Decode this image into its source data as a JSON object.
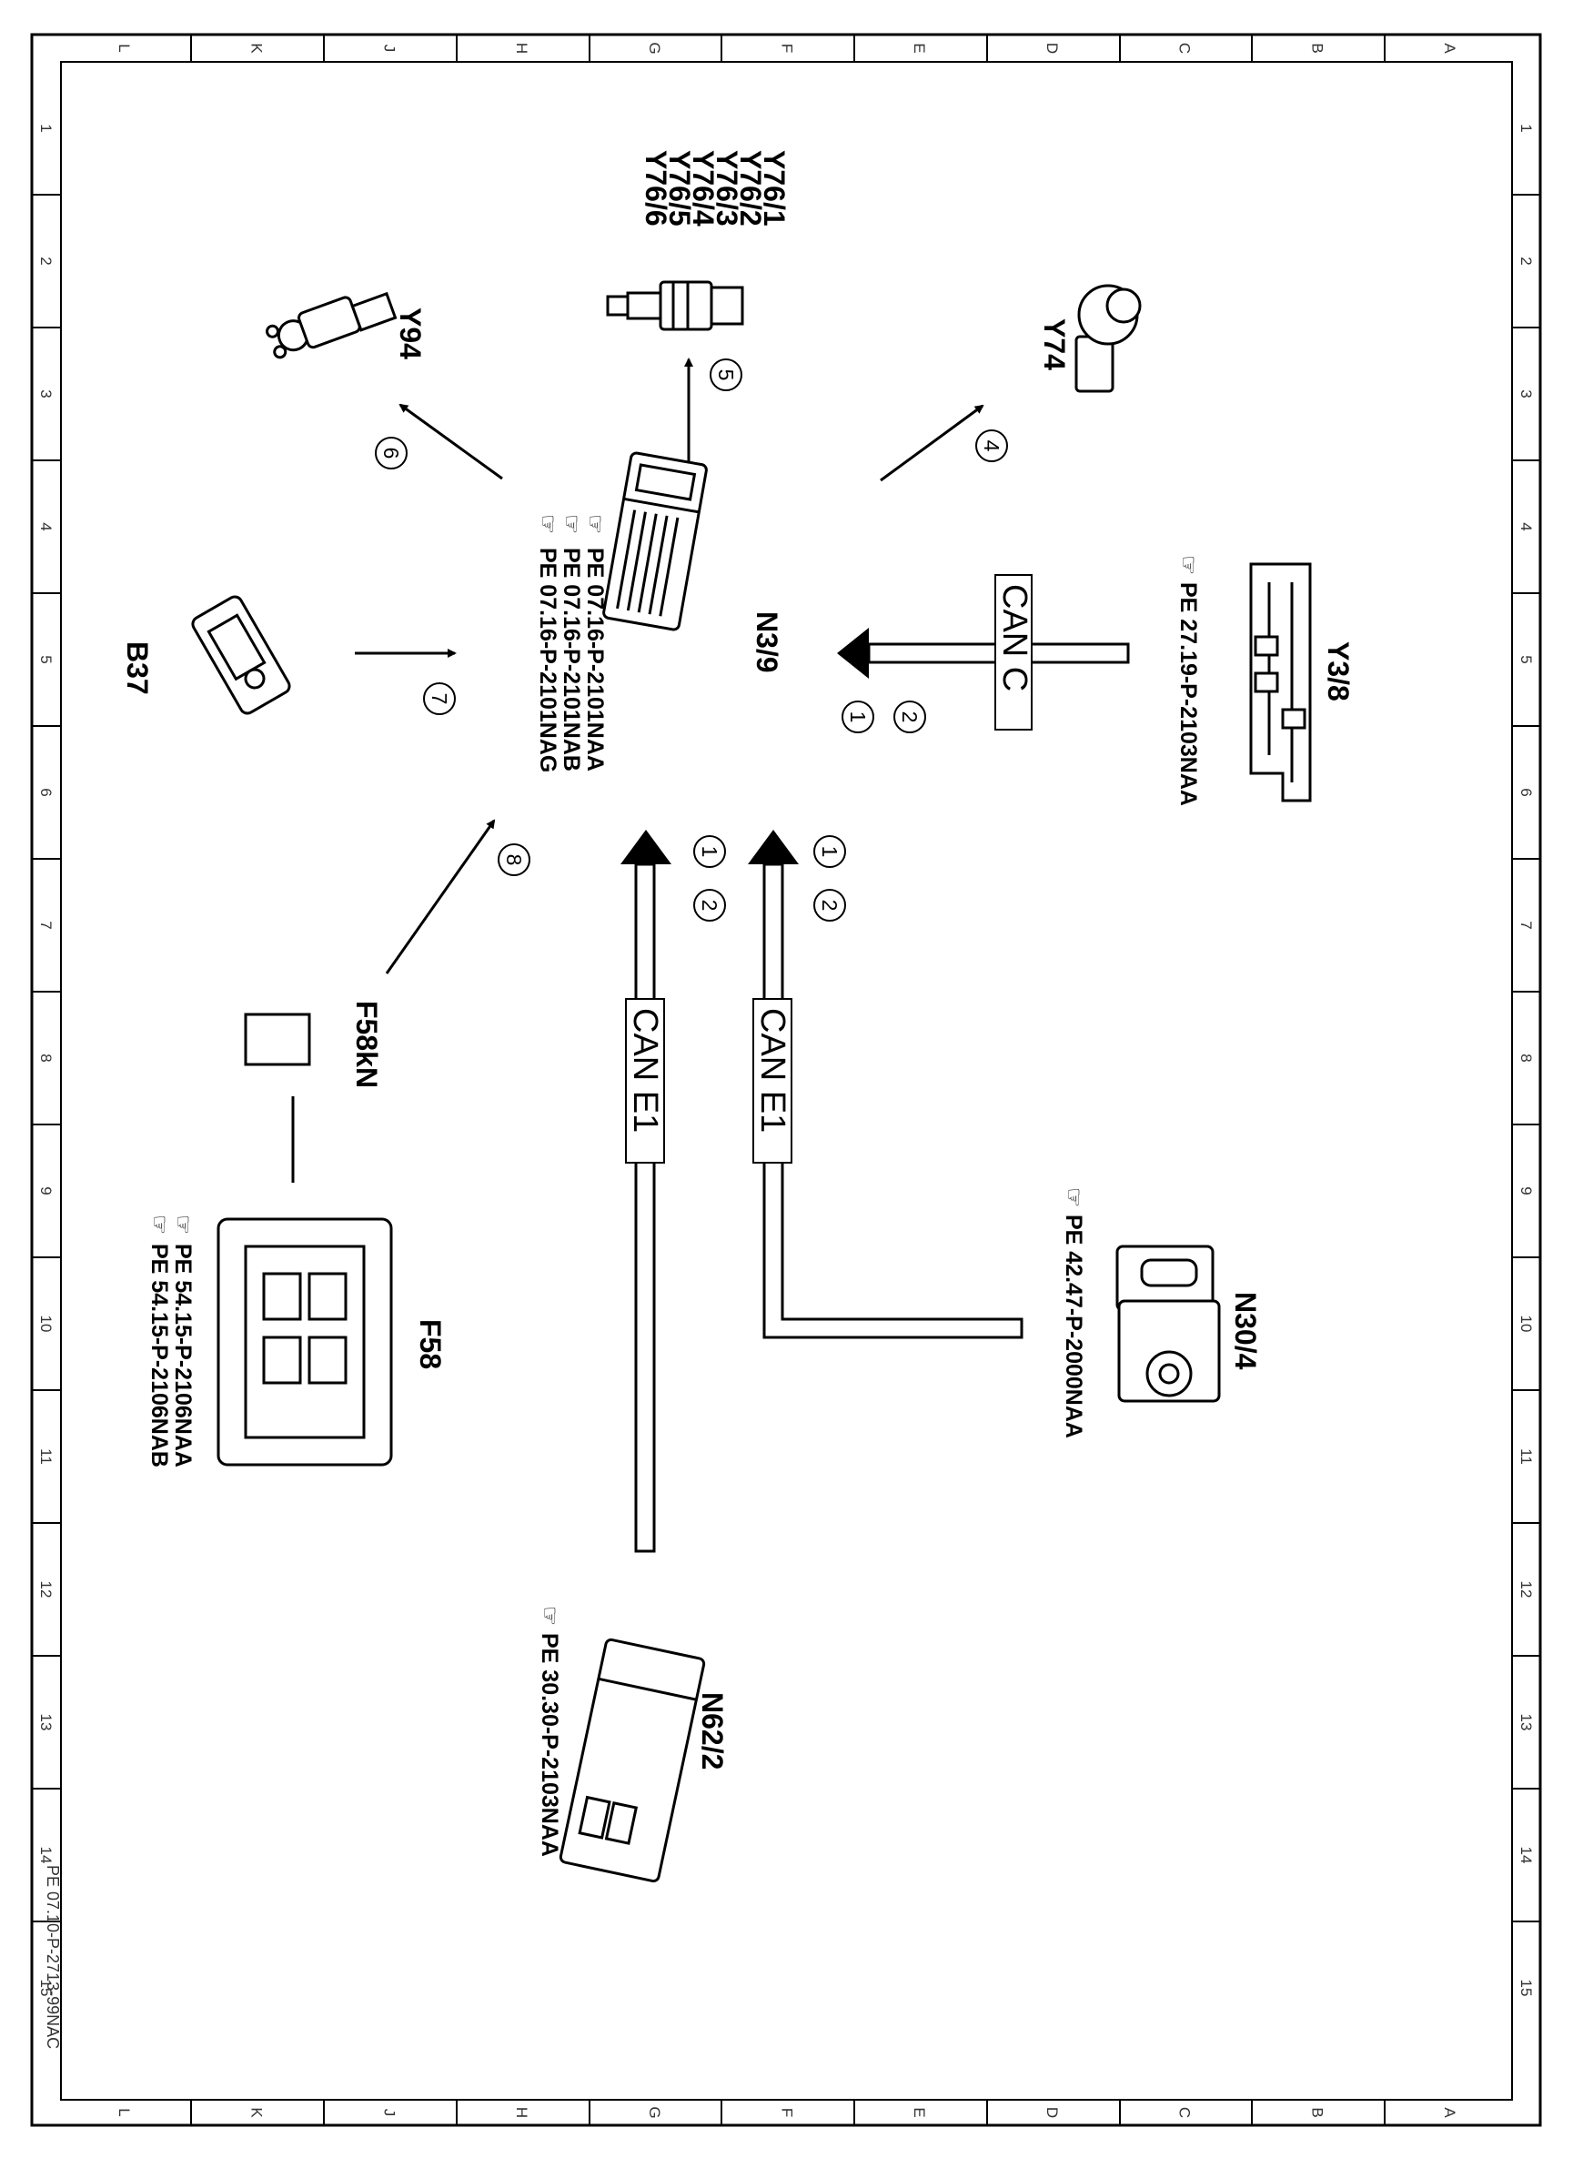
{
  "border": {
    "columns": [
      "L",
      "K",
      "J",
      "H",
      "G",
      "F",
      "E",
      "D",
      "C",
      "B",
      "A"
    ],
    "rows": [
      "1",
      "2",
      "3",
      "4",
      "5",
      "6",
      "7",
      "8",
      "9",
      "10",
      "11",
      "12",
      "13",
      "14",
      "15"
    ]
  },
  "document_id": "PE 07.10-P-2713-99NAC",
  "components": {
    "n39": {
      "label": "N3/9",
      "refs": [
        "PE 07.16-P-2101NAA",
        "PE 07.16-P-2101NAB",
        "PE 07.16-P-2101NAG"
      ]
    },
    "y76": {
      "labels": [
        "Y76/1",
        "Y76/2",
        "Y76/3",
        "Y76/4",
        "Y76/5",
        "Y76/6"
      ]
    },
    "y94": {
      "label": "Y94"
    },
    "y74": {
      "label": "Y74"
    },
    "y38": {
      "label": "Y3/8",
      "ref": "PE 27.19-P-2103NAA"
    },
    "b37": {
      "label": "B37"
    },
    "f58kn": {
      "label": "F58kN"
    },
    "f58": {
      "label": "F58",
      "refs": [
        "PE 54.15-P-2106NAA",
        "PE 54.15-P-2106NAB"
      ]
    },
    "n304": {
      "label": "N30/4",
      "ref": "PE 42.47-P-2000NAA"
    },
    "n622": {
      "label": "N62/2",
      "ref": "PE 30.30-P-2103NAA"
    }
  },
  "buses": {
    "can_c": "CAN C",
    "can_e1_a": "CAN E1",
    "can_e1_b": "CAN E1"
  },
  "signals": {
    "to_y74": "4",
    "to_y76": "5",
    "to_y94": "6",
    "from_b37": "7",
    "from_f58kn": "8",
    "can_c": [
      "2",
      "1"
    ],
    "can_e1_a": [
      "1",
      "2"
    ],
    "can_e1_b": [
      "1",
      "2"
    ]
  }
}
